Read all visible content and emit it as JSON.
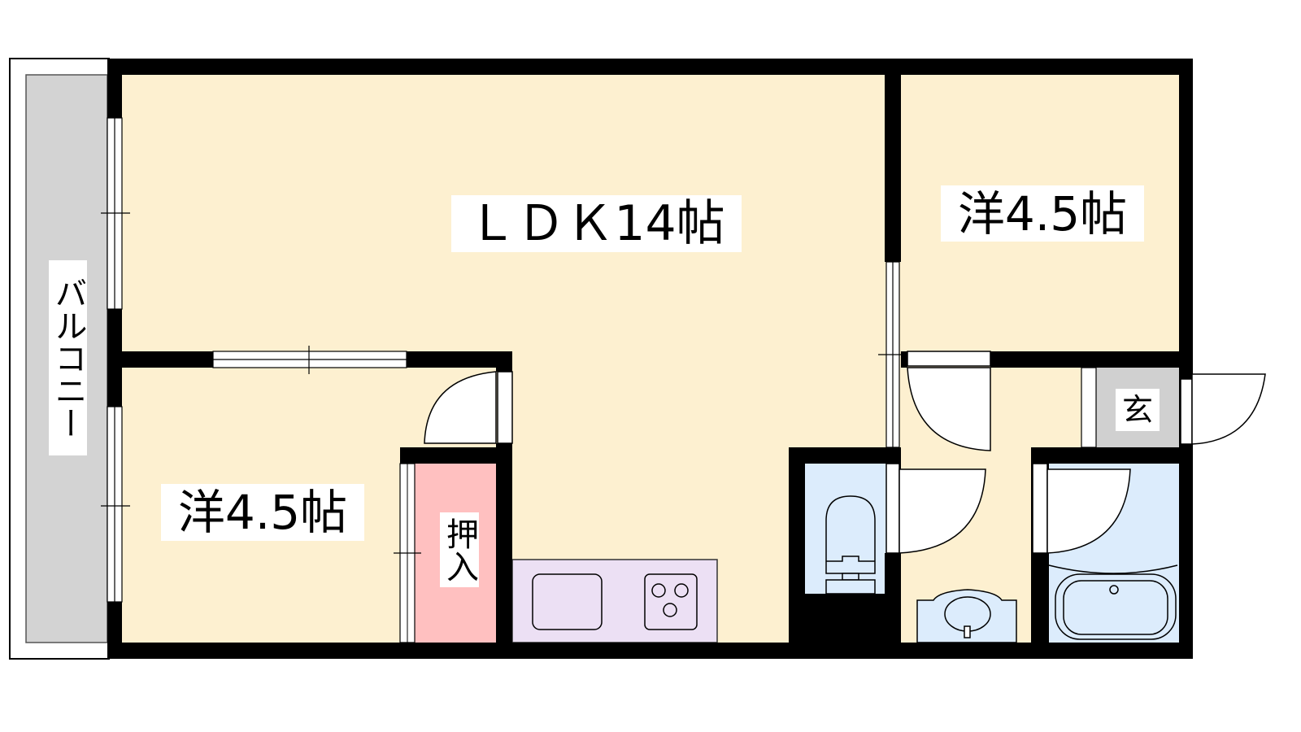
{
  "floor_plan": {
    "rooms": {
      "ldk": {
        "label": "ＬＤＫ14帖"
      },
      "western_room_right": {
        "label": "洋4.5帖"
      },
      "western_room_left": {
        "label": "洋4.5帖"
      },
      "balcony": {
        "label": "バルコニー"
      },
      "closet": {
        "label": "押入"
      },
      "entrance": {
        "label": "玄"
      }
    },
    "colors": {
      "room_fill": "#fdf0d0",
      "wall": "#000000",
      "balcony": "#d3d3d3",
      "closet": "#ffc0c0",
      "kitchen": "#ece0f4",
      "wet_area": "#dcecfc",
      "entrance": "#d0d0d0"
    }
  }
}
